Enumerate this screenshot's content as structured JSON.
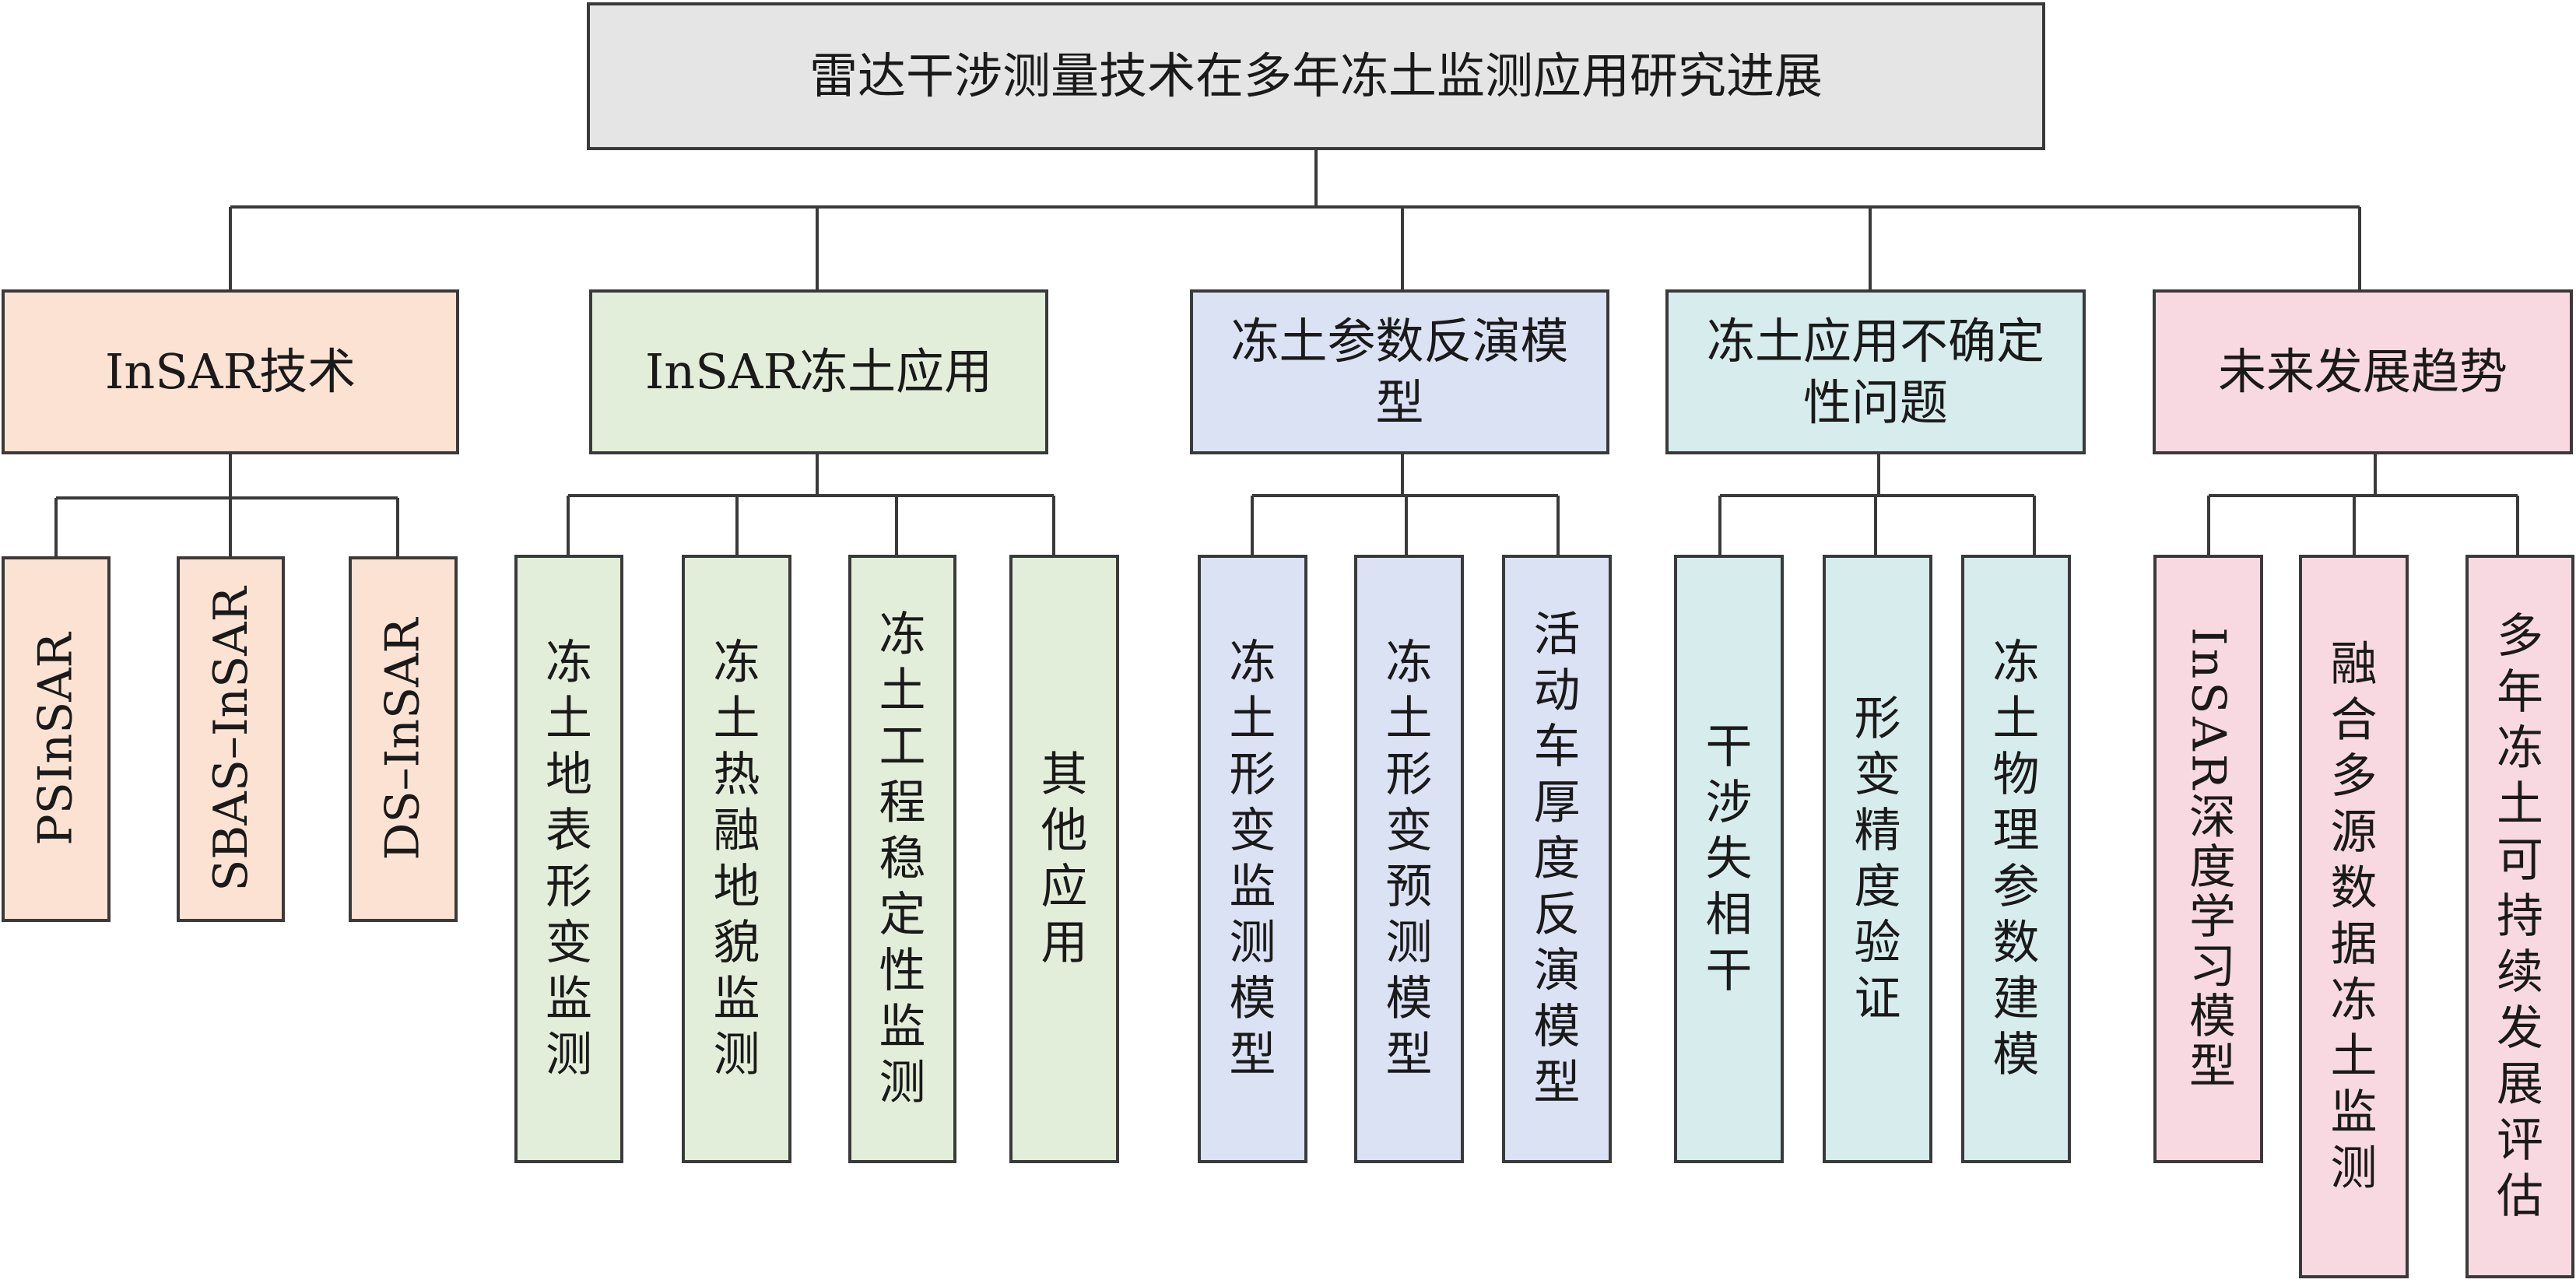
{
  "root": {
    "title": "雷达干涉测量技术在多年冻土监测应用研究进展"
  },
  "colors": {
    "root": "#e6e5e6",
    "insar_tech": "#fbe2d2",
    "insar_app": "#e2eed9",
    "inversion": "#dbe2f4",
    "uncertainty": "#d7ecec",
    "future": "#f8d9e1",
    "line": "#3a3a3a"
  },
  "categories": [
    {
      "title": "InSAR技术",
      "children": [
        "PSInSAR",
        "SBAS–InSAR",
        "DS–InSAR"
      ]
    },
    {
      "title": "InSAR冻土应用",
      "children": [
        "冻土地表形变监测",
        "冻土热融地貌监测",
        "冻土工程稳定性监测",
        "其他应用"
      ]
    },
    {
      "title": "冻土参数反演模型",
      "children": [
        "冻土形变监测模型",
        "冻土形变预测模型",
        "活动车厚度反演模型"
      ]
    },
    {
      "title": "冻土应用不确定性问题",
      "children": [
        "干涉失相干",
        "形变精度验证",
        "冻土物理参数建模"
      ]
    },
    {
      "title": "未来发展趋势",
      "children": [
        "InSAR深度学习模型",
        "融合多源数据冻土监测",
        "多年冻土可持续发展评估"
      ]
    }
  ]
}
